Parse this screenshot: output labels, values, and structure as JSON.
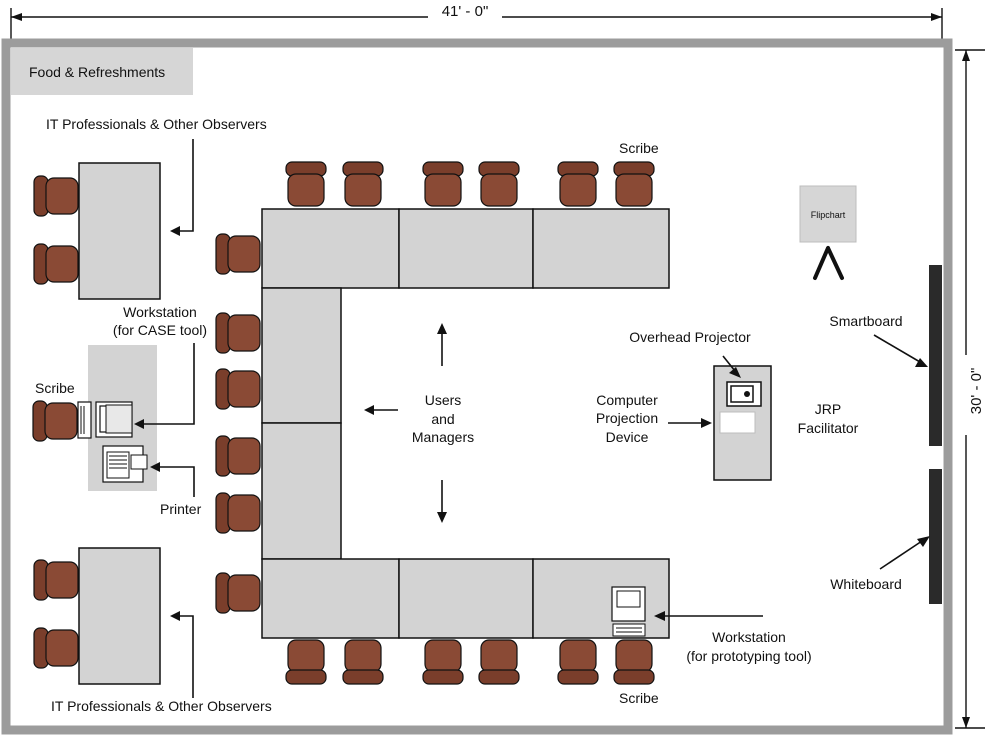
{
  "dimensions": {
    "width_label": "41' - 0\"",
    "height_label": "30' - 0\""
  },
  "zones": {
    "food": "Food & Refreshments",
    "flipchart": "Flipchart"
  },
  "labels": {
    "observers_top": "IT Professionals & Other Observers",
    "observers_bottom": "IT Professionals & Other Observers",
    "workstation_case_1": "Workstation",
    "workstation_case_2": "(for CASE tool)",
    "scribe_left": "Scribe",
    "printer": "Printer",
    "scribe_top": "Scribe",
    "scribe_bottom": "Scribe",
    "users_1": "Users",
    "users_2": "and",
    "users_3": "Managers",
    "overhead_projector": "Overhead Projector",
    "cpd_1": "Computer",
    "cpd_2": "Projection",
    "cpd_3": "Device",
    "jrp_1": "JRP",
    "jrp_2": "Facilitator",
    "smartboard": "Smartboard",
    "whiteboard": "Whiteboard",
    "workstation_proto_1": "Workstation",
    "workstation_proto_2": "(for prototyping tool)"
  },
  "colors": {
    "wall": "#9c9c9c",
    "table": "#d3d3d3",
    "chair": "#7a3e2b",
    "board": "#2a2a2a"
  }
}
